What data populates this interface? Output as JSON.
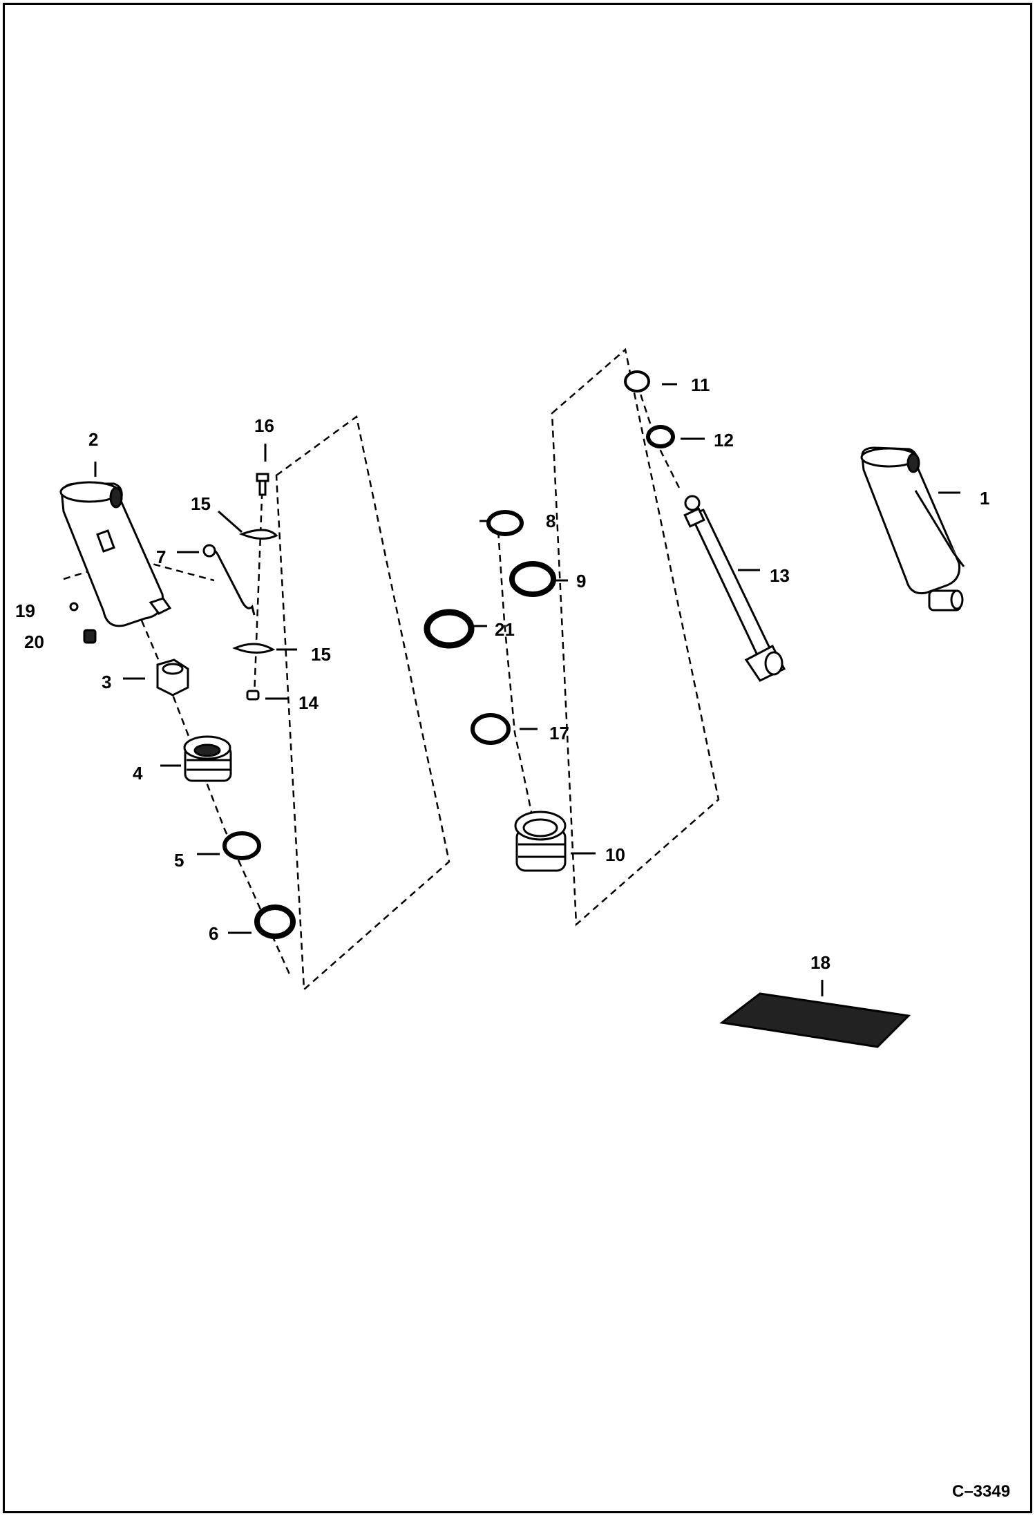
{
  "diagram": {
    "figure_code": "C–3349",
    "callouts": {
      "c1": "1",
      "c2": "2",
      "c3": "3",
      "c4": "4",
      "c5": "5",
      "c6": "6",
      "c7": "7",
      "c8": "8",
      "c9": "9",
      "c10": "10",
      "c11": "11",
      "c12": "12",
      "c13": "13",
      "c14": "14",
      "c15a": "15",
      "c15b": "15",
      "c16": "16",
      "c17": "17",
      "c18": "18",
      "c19": "19",
      "c20": "20",
      "c21": "21"
    }
  }
}
